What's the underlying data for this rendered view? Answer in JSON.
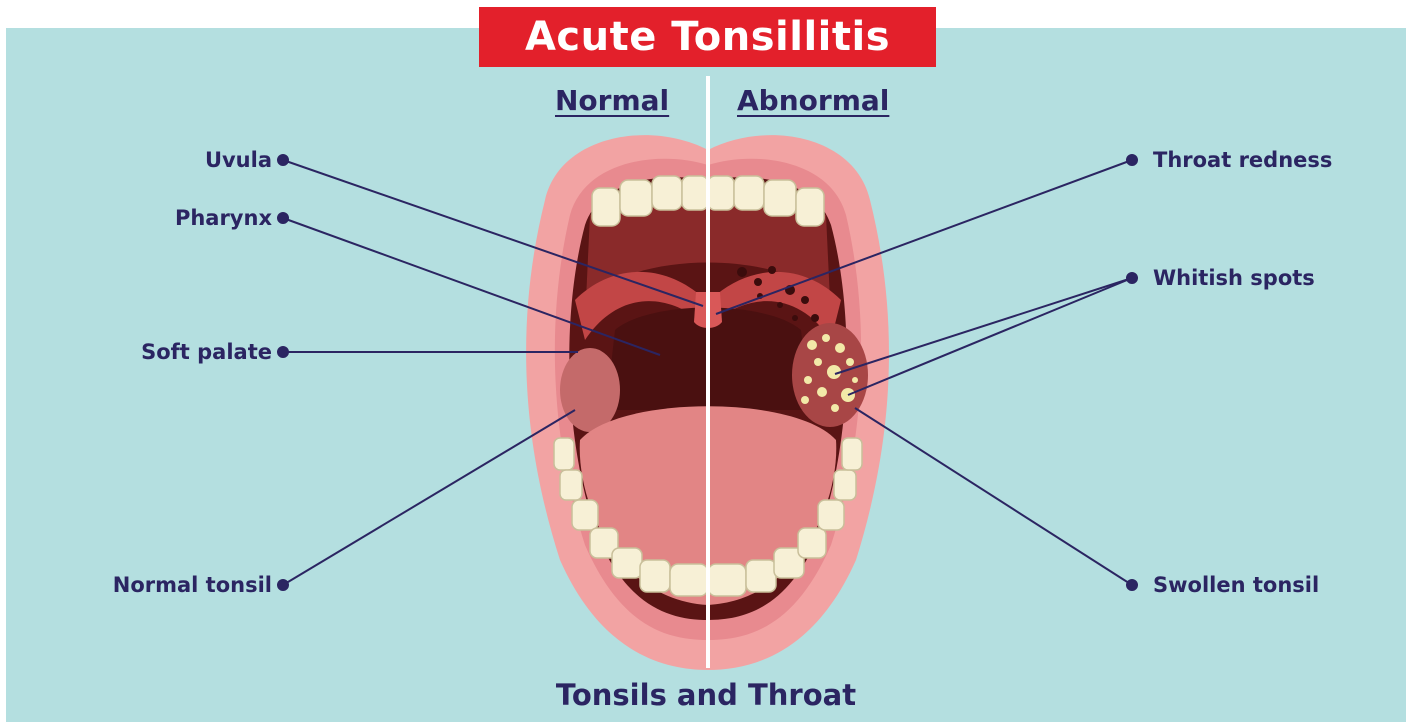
{
  "title": "Acute Tonsillitis",
  "headers": {
    "left": "Normal",
    "right": "Abnormal"
  },
  "labels_left": {
    "uvula": "Uvula",
    "pharynx": "Pharynx",
    "soft_palate": "Soft palate",
    "normal_tonsil": "Normal tonsil"
  },
  "labels_right": {
    "throat_redness": "Throat redness",
    "whitish_spots": "Whitish spots",
    "swollen_tonsil": "Swollen tonsil"
  },
  "footer": "Tonsils and Throat",
  "colors": {
    "background": "#b4dfe0",
    "banner": "#e3202b",
    "text": "#2b2562",
    "lip": "#f2a3a3",
    "mouth_dark": "#5a1414",
    "tongue": "#e28585",
    "teeth": "#f7f0d6",
    "spots": "#f2e9a8"
  }
}
